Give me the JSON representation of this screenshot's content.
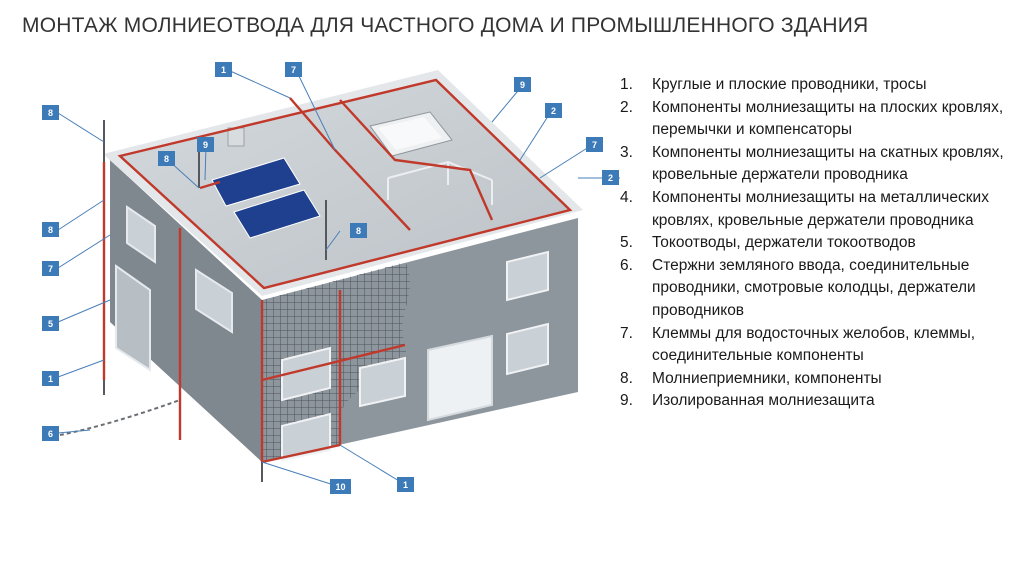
{
  "title": "МОНТАЖ МОЛНИЕОТВОДА ДЛЯ ЧАСТНОГО ДОМА И ПРОМЫШЛЕННОГО ЗДАНИЯ",
  "legend": [
    {
      "num": "1.",
      "text": "Круглые и плоские проводники, тросы"
    },
    {
      "num": "2.",
      "text": "Компоненты молниезащиты на плоских кровлях, перемычки и компенсаторы"
    },
    {
      "num": "3.",
      "text": "Компоненты молниезащиты на скатных кровлях, кровельные держатели проводника"
    },
    {
      "num": "4.",
      "text": "Компоненты молниезащиты на металлических кровлях, кровельные держатели проводника"
    },
    {
      "num": "5.",
      "text": "Токоотводы, держатели токоотводов"
    },
    {
      "num": "6.",
      "text": "Стержни земляного ввода, соединительные проводники, смотровые колодцы, держатели проводников"
    },
    {
      "num": "7.",
      "text": "Клеммы для водосточных желобов, клеммы, соединительные компоненты"
    },
    {
      "num": "8.",
      "text": "Молниеприемники, компоненты"
    },
    {
      "num": "9.",
      "text": "Изолированная молниезащита"
    }
  ],
  "callouts": [
    "8",
    "8",
    "7",
    "5",
    "1",
    "6",
    "1",
    "7",
    "8",
    "9",
    "8",
    "9",
    "2",
    "7",
    "2",
    "10",
    "1"
  ],
  "colors": {
    "conductor": "#c0392b",
    "callout": "#3d7ab8",
    "wall": "#8a929a",
    "roof": "#c8ced3",
    "solar": "#1f3f8f"
  }
}
